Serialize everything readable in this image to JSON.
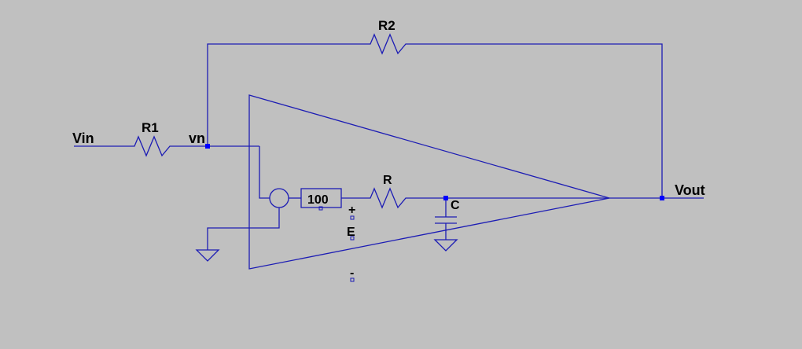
{
  "colors": {
    "background": "#c0c0c0",
    "wire": "#1c1cb4",
    "junction": "#0000ff",
    "text": "#000000"
  },
  "labels": {
    "r2": "R2",
    "r1": "R1",
    "vin": "Vin",
    "vn": "vn",
    "gain_block": "100",
    "r": "R",
    "c": "C",
    "vout": "Vout",
    "plus": "+",
    "e": "E",
    "minus": "-"
  },
  "icons": {
    "ground": "ground-icon",
    "resistor": "resistor-icon",
    "capacitor": "capacitor-icon",
    "voltage_source": "voltage-source-icon",
    "opamp": "opamp-triangle-icon"
  }
}
